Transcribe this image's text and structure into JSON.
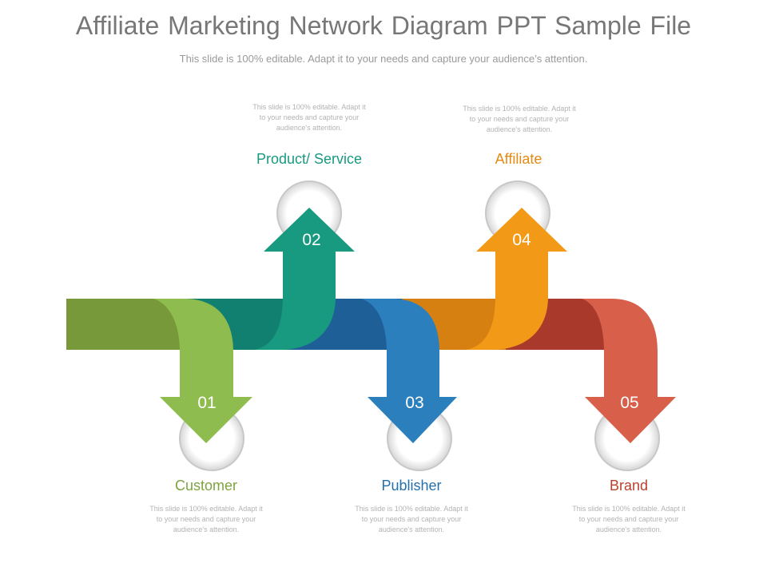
{
  "title": "Affiliate  Marketing Network Diagram PPT Sample File",
  "subtitle": "This slide is 100% editable. Adapt it to your needs and capture your audience’s attention.",
  "colors": {
    "customer": "#8ab547",
    "product": "#189a80",
    "publisher": "#2b7fbd",
    "affiliate": "#f29a17",
    "brand": "#d85f49"
  },
  "steps": [
    {
      "number": "01",
      "label": "Customer",
      "direction": "down",
      "description": "This slide is 100% editable. Adapt it to your needs and capture your audience's attention."
    },
    {
      "number": "02",
      "label": "Product/ Service",
      "direction": "up",
      "description": "This slide is 100% editable. Adapt it to your needs and capture your audience's attention."
    },
    {
      "number": "03",
      "label": "Publisher",
      "direction": "down",
      "description": "This slide is 100% editable. Adapt it to your needs and capture your audience's attention."
    },
    {
      "number": "04",
      "label": "Affiliate",
      "direction": "up",
      "description": "This slide is 100% editable. Adapt it to your needs and capture your audience's attention."
    },
    {
      "number": "05",
      "label": "Brand",
      "direction": "down",
      "description": "This slide is 100% editable. Adapt it to your needs and capture your audience's attention."
    }
  ]
}
